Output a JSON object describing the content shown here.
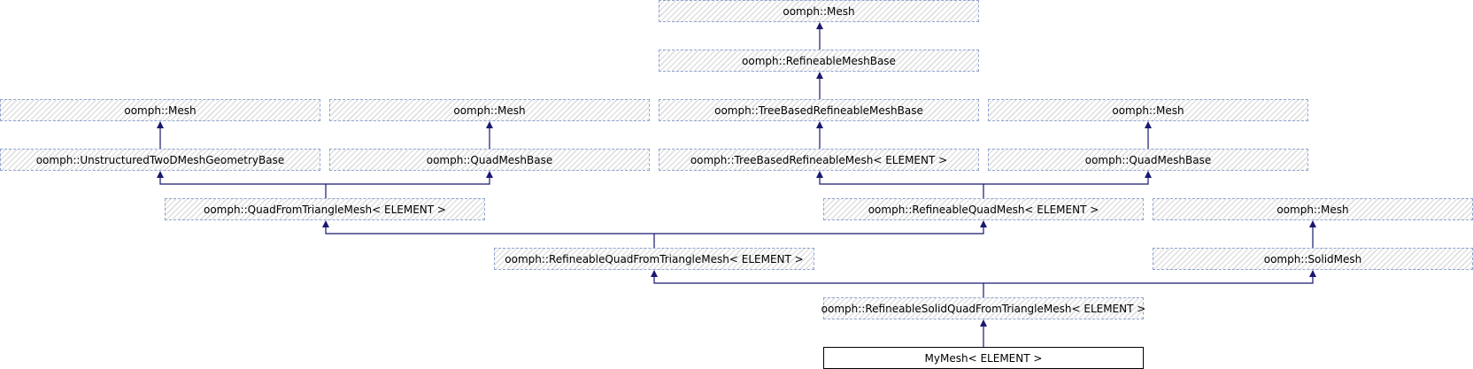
{
  "nodes": {
    "n1": "oomph::Mesh",
    "n2": "oomph::RefineableMeshBase",
    "n3": "oomph::Mesh",
    "n4": "oomph::Mesh",
    "n5": "oomph::TreeBasedRefineableMeshBase",
    "n6": "oomph::Mesh",
    "n7": "oomph::UnstructuredTwoDMeshGeometryBase",
    "n8": "oomph::QuadMeshBase",
    "n9": "oomph::TreeBasedRefineableMesh< ELEMENT >",
    "n10": "oomph::QuadMeshBase",
    "n11": "oomph::QuadFromTriangleMesh< ELEMENT >",
    "n12": "oomph::RefineableQuadMesh< ELEMENT >",
    "n13": "oomph::Mesh",
    "n14": "oomph::RefineableQuadFromTriangleMesh< ELEMENT >",
    "n15": "oomph::SolidMesh",
    "n16": "oomph::RefineableSolidQuadFromTriangleMesh< ELEMENT >",
    "n17": "MyMesh< ELEMENT >"
  },
  "colors": {
    "edge": "#191970",
    "node_border": "#8ea3cf"
  }
}
